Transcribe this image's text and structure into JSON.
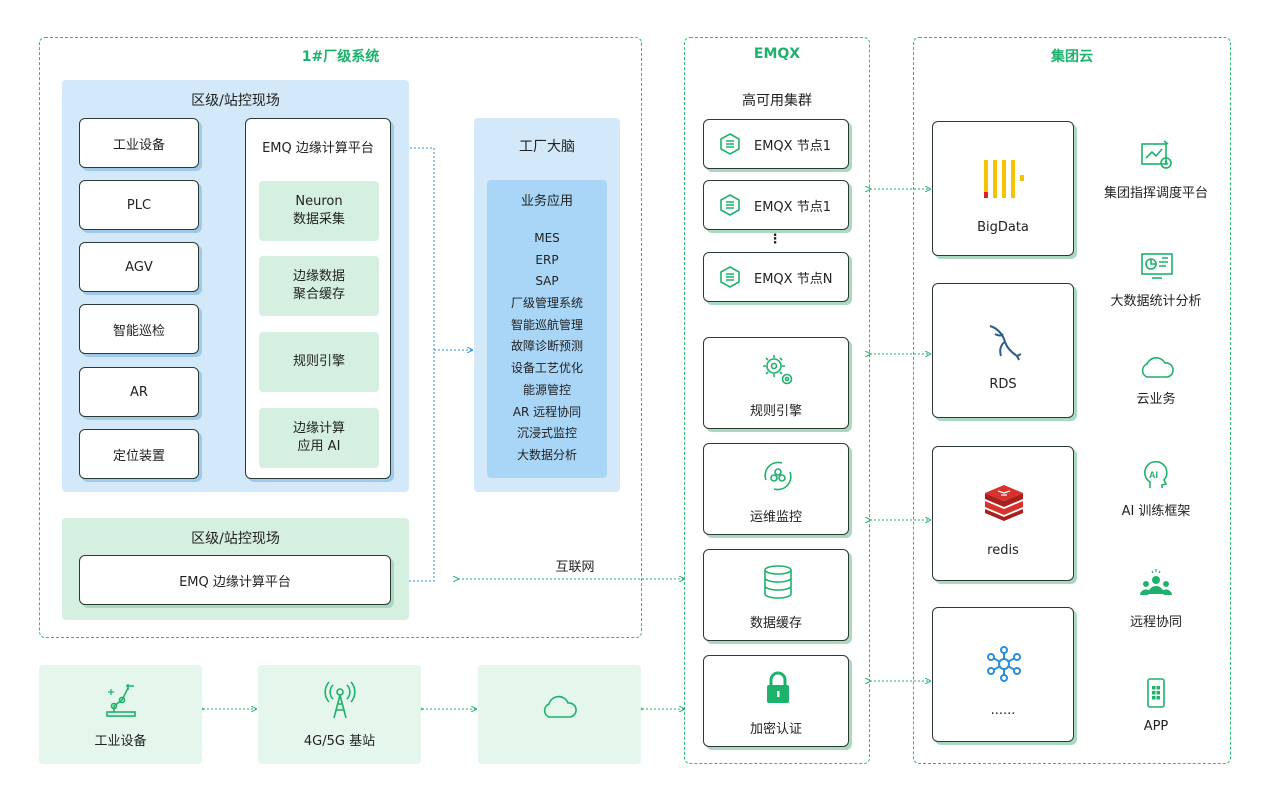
{
  "factory": {
    "title": "1#厂级系统",
    "zone1_title": "区级/站控现场",
    "devices": [
      "工业设备",
      "PLC",
      "AGV",
      "智能巡检",
      "AR",
      "定位装置"
    ],
    "edge_title": "EMQ 边缘计算平台",
    "edge_modules": [
      "Neuron\n数据采集",
      "边缘数据\n聚合缓存",
      "规则引擎",
      "边缘计算\n应用 AI"
    ],
    "brain_title": "工厂大脑",
    "biz_title": "业务应用",
    "biz_items": [
      "MES",
      "ERP",
      "SAP",
      "厂级管理系统",
      "智能巡航管理",
      "故障诊断预测",
      "设备工艺优化",
      "能源管控",
      "AR 远程协同",
      "沉浸式监控",
      "大数据分析"
    ],
    "zone2_title": "区级/站控现场",
    "zone2_edge": "EMQ 边缘计算平台"
  },
  "internet_label": "互联网",
  "bottom": {
    "device": "工业设备",
    "station": "4G/5G 基站"
  },
  "emqx": {
    "title": "EMQX",
    "cluster_title": "高可用集群",
    "nodes": [
      "EMQX 节点1",
      "EMQX 节点1",
      "EMQX 节点N"
    ],
    "ellipsis": "⋮",
    "features": [
      "规则引擎",
      "运维监控",
      "数据缓存",
      "加密认证"
    ]
  },
  "cloud": {
    "title": "集团云",
    "stores": [
      "BigData",
      "RDS",
      "redis",
      "......"
    ],
    "apps": [
      "集团指挥调度平台",
      "大数据统计分析",
      "云业务",
      "AI 训练框架",
      "远程协同",
      "APP"
    ]
  },
  "colors": {
    "accent": "#1db26b",
    "green_bg": "#d5f0e1",
    "blue_bg": "#d3e9fa",
    "blue_inner": "#a9d5f7",
    "redis_red": "#d8322c",
    "bigdata_yellow": "#f5c400",
    "bigdata_red": "#e02020",
    "mysql_blue": "#2b5c8a",
    "arrow_green": "#1db26b",
    "arrow_blue": "#2a8ee0"
  }
}
